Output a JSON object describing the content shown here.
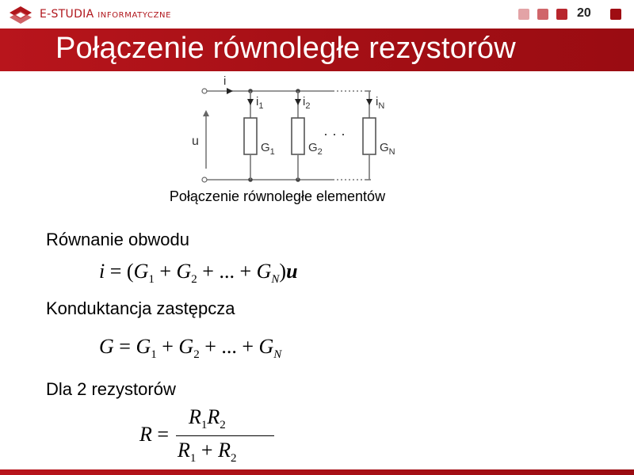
{
  "header": {
    "brand_main": "E-STUDIA ",
    "brand_sub": "INFORMATYCZNE",
    "page_number": "20",
    "square_colors": [
      "#e3a3a6",
      "#d0656a",
      "#b8262d",
      "#9f0d13"
    ]
  },
  "slide": {
    "title": "Połączenie równoległe rezystorów"
  },
  "circuit": {
    "current_main": "i",
    "currents": [
      "i1",
      "i2",
      "iN"
    ],
    "voltage": "u",
    "elements": [
      "G1",
      "G2",
      "GN"
    ],
    "ellipsis": "· · ·",
    "caption": "Połączenie równoległe elementów"
  },
  "content": {
    "heading_1": "Równanie obwodu",
    "heading_2": "Konduktancja zastępcza",
    "heading_3": "Dla 2 rezystorów",
    "equation_1": {
      "lhs": "i",
      "eq": "= (",
      "g1": "G",
      "s1": "1",
      "plus1": " + ",
      "g2": "G",
      "s2": "2",
      "plus2": " + ... + ",
      "gn": "G",
      "sn": "N",
      "tail": ")",
      "u": "u"
    },
    "equation_2": {
      "lhs": "G",
      "eq": " = ",
      "g1": "G",
      "s1": "1",
      "plus1": " + ",
      "g2": "G",
      "s2": "2",
      "plus2": " + ... + ",
      "gn": "G",
      "sn": "N"
    },
    "equation_3": {
      "lhs": "R",
      "eq": " = ",
      "num_r1": "R",
      "num_s1": "1",
      "num_r2": "R",
      "num_s2": "2",
      "den_r1": "R",
      "den_s1": "1",
      "den_plus": " + ",
      "den_r2": "R",
      "den_s2": "2"
    }
  }
}
